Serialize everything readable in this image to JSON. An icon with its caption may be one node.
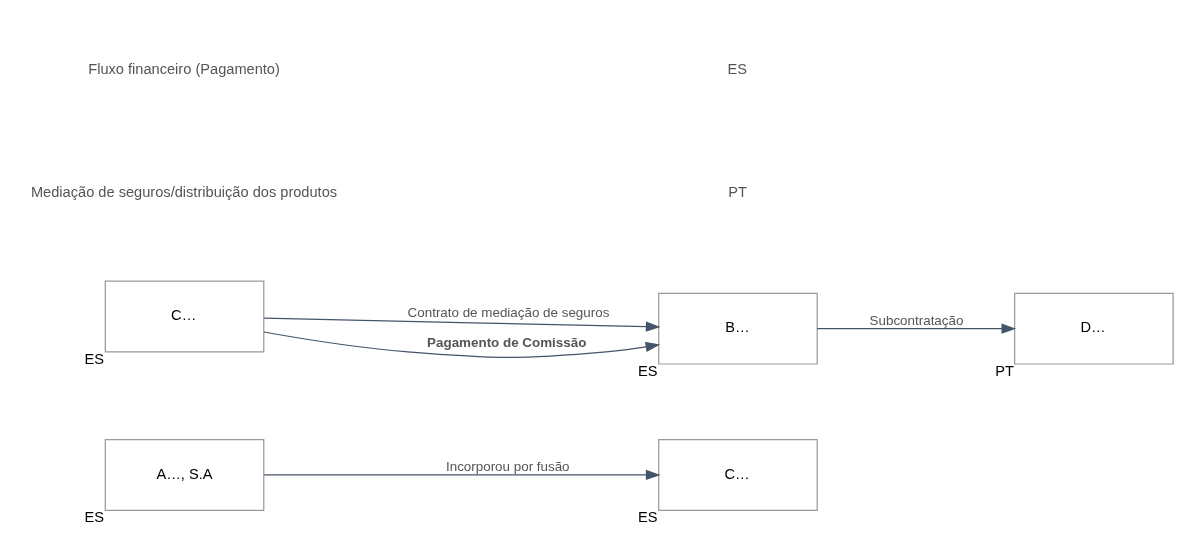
{
  "diagram": {
    "nodes": [
      {
        "text": [
          "A…, S.A"
        ],
        "beside": [
          "ES"
        ]
      },
      {
        "text": [
          "C…"
        ],
        "beside": [
          "ES"
        ]
      },
      {
        "text": [
          "C…"
        ],
        "beside": [
          "ES"
        ]
      },
      {
        "text": [
          "B…"
        ],
        "beside": [
          "ES"
        ]
      },
      {
        "text": [
          "D…"
        ],
        "beside": [
          "PT"
        ]
      }
    ],
    "edges": [
      {
        "from": 0,
        "to": 1,
        "arrow": "to",
        "label": "Incorporou por fusão"
      },
      {
        "from": 2,
        "to": 3,
        "arrow": "to",
        "label": "Contrato de mediação de seguros"
      },
      {
        "from": 2,
        "to": 3,
        "arrow": "to",
        "label": "**Pagamento de Comissão**"
      },
      {
        "from": 3,
        "to": 4,
        "arrow": "to",
        "label": "Subcontratação"
      }
    ],
    "labels": [
      "PT",
      "Mediação de seguros/distribuição dos produtos",
      "Fluxo financeiro (Pagamento)",
      "ES"
    ]
  }
}
